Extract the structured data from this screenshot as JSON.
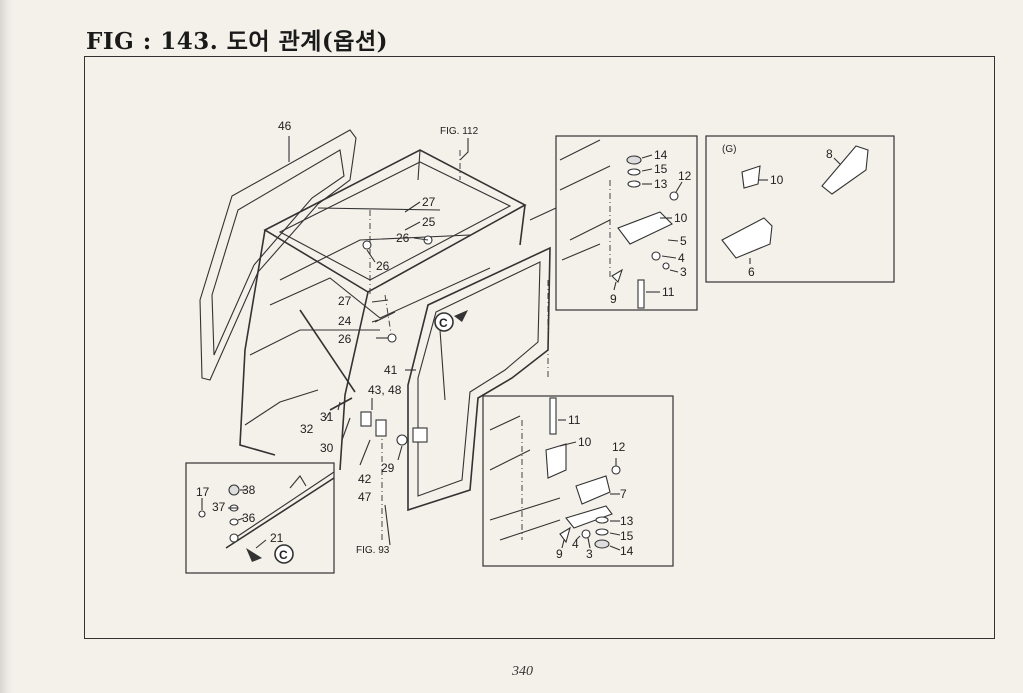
{
  "page_title": "FIG : 143. 도어 관계(옵션)",
  "page_number": "340",
  "references": {
    "fig112": "FIG. 112",
    "fig93": "FIG. 93"
  },
  "callout_letter": "C",
  "right_box_note": "(G)",
  "callouts": {
    "main": [
      "46",
      "27",
      "25",
      "26",
      "26",
      "27",
      "24",
      "26",
      "41",
      "43, 48",
      "31",
      "32",
      "30",
      "42",
      "47",
      "29"
    ],
    "top_right": [
      "14",
      "15",
      "13",
      "12",
      "10",
      "5",
      "4",
      "3",
      "9",
      "11"
    ],
    "far_right": [
      "10",
      "8",
      "6"
    ],
    "lower_right": [
      "11",
      "10",
      "12",
      "7",
      "13",
      "15",
      "14",
      "9",
      "4",
      "3"
    ],
    "lower_left": [
      "17",
      "38",
      "37",
      "36",
      "21"
    ]
  }
}
